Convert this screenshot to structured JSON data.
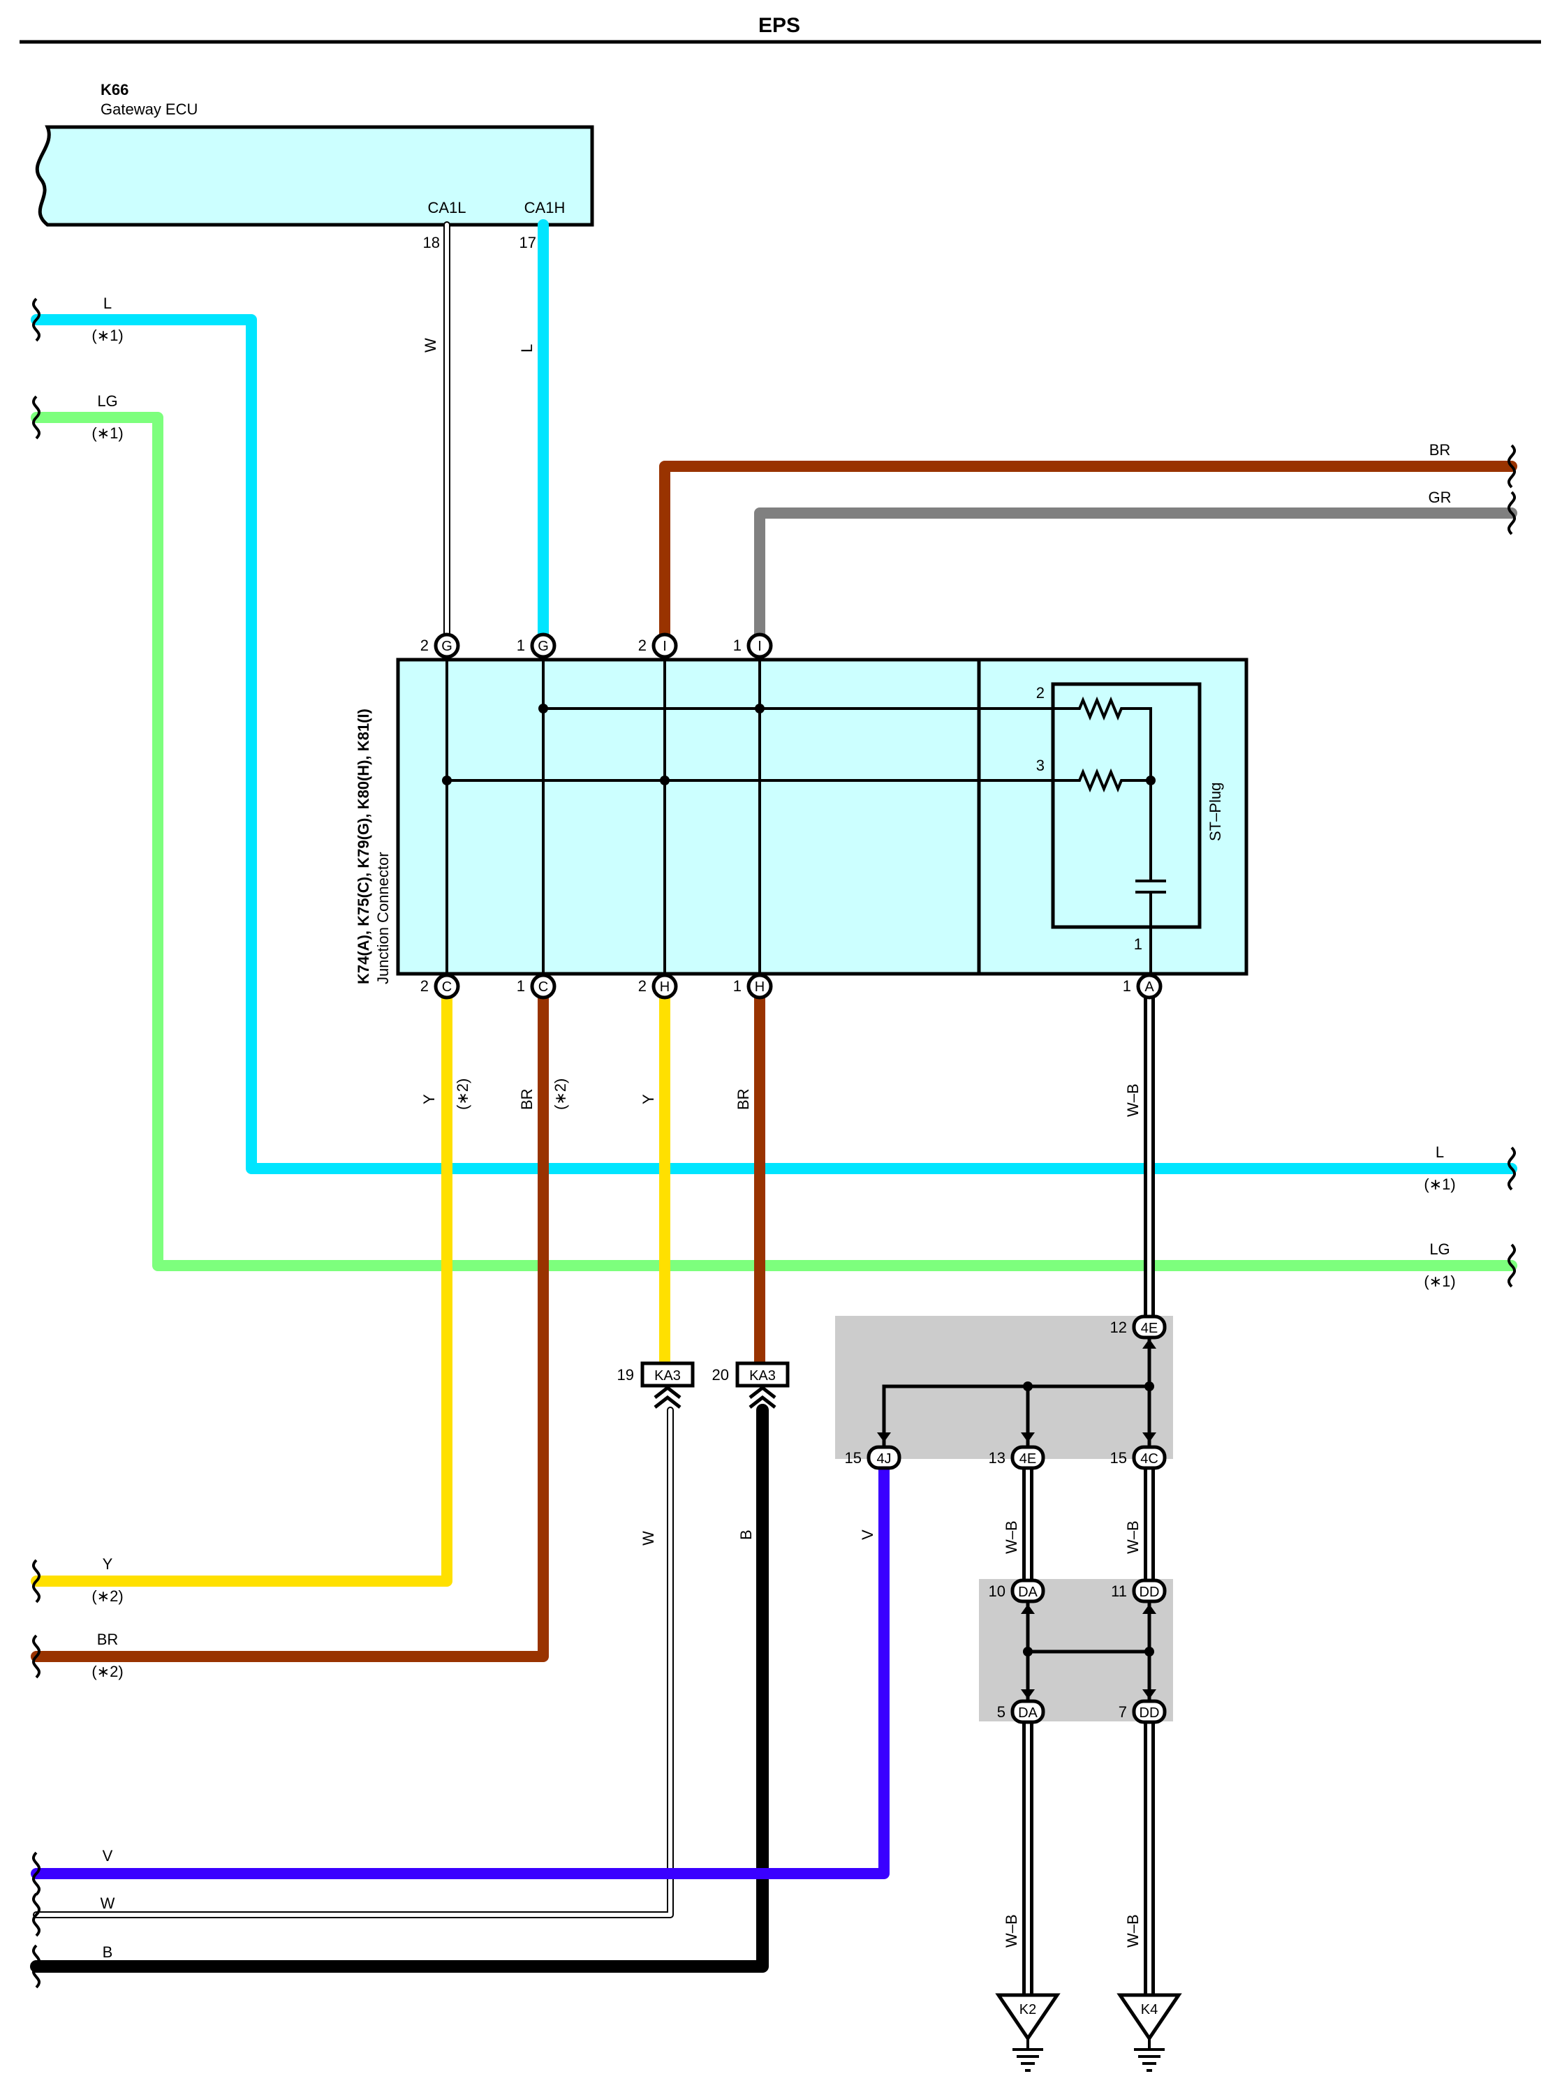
{
  "title": "EPS",
  "colors": {
    "L": "#00e5ff",
    "LG": "#7dff7d",
    "BR": "#993300",
    "GR": "#808080",
    "Y": "#ffe000",
    "V": "#3a00ff",
    "B": "#000000",
    "W": "#ffffff",
    "box_fill": "#ccffff",
    "splice_fill": "#cccccc"
  },
  "gateway_ecu": {
    "code": "K66",
    "name": "Gateway ECU",
    "pins": [
      {
        "name": "CA1L",
        "number": "18",
        "wire": "W"
      },
      {
        "name": "CA1H",
        "number": "17",
        "wire": "L"
      }
    ]
  },
  "junction": {
    "codes": "K74(A), K75(C), K79(G), K80(H), K81(I)",
    "name": "Junction Connector",
    "st_plug": "ST–Plug",
    "plug_pins": [
      "2",
      "3",
      "1"
    ],
    "top_pins": [
      {
        "num": "2",
        "code": "G"
      },
      {
        "num": "1",
        "code": "G"
      },
      {
        "num": "2",
        "code": "I"
      },
      {
        "num": "1",
        "code": "I"
      }
    ],
    "bottom_pins": [
      {
        "num": "2",
        "code": "C"
      },
      {
        "num": "1",
        "code": "C"
      },
      {
        "num": "2",
        "code": "H"
      },
      {
        "num": "1",
        "code": "H"
      },
      {
        "num": "1",
        "code": "A"
      }
    ]
  },
  "wire_labels": {
    "left_L": "L",
    "left_LG": "LG",
    "right_BR": "BR",
    "right_GR": "GR",
    "right_L": "L",
    "right_LG": "LG",
    "y_2C": "Y",
    "br_1C": "BR",
    "y_2H": "Y",
    "br_1H": "BR",
    "wb_1A": "W–B",
    "w_ka3": "W",
    "b_ka3": "B",
    "v_4J": "V",
    "wb_4E": "W–B",
    "wb_4C": "W–B",
    "wb_DA": "W–B",
    "wb_DD": "W–B",
    "left_Y": "Y",
    "left_BR": "BR",
    "bottom_V": "V",
    "bottom_W": "W",
    "bottom_B": "B"
  },
  "notes": {
    "n1": "(∗1)",
    "n2": "(∗2)"
  },
  "ka3": [
    {
      "num": "19",
      "code": "KA3"
    },
    {
      "num": "20",
      "code": "KA3"
    }
  ],
  "splice_upper": [
    {
      "num": "12",
      "code": "4E"
    },
    {
      "num": "15",
      "code": "4J"
    },
    {
      "num": "13",
      "code": "4E"
    },
    {
      "num": "15",
      "code": "4C"
    }
  ],
  "splice_lower": [
    {
      "num": "10",
      "code": "DA"
    },
    {
      "num": "11",
      "code": "DD"
    },
    {
      "num": "5",
      "code": "DA"
    },
    {
      "num": "7",
      "code": "DD"
    }
  ],
  "grounds": [
    "K2",
    "K4"
  ]
}
